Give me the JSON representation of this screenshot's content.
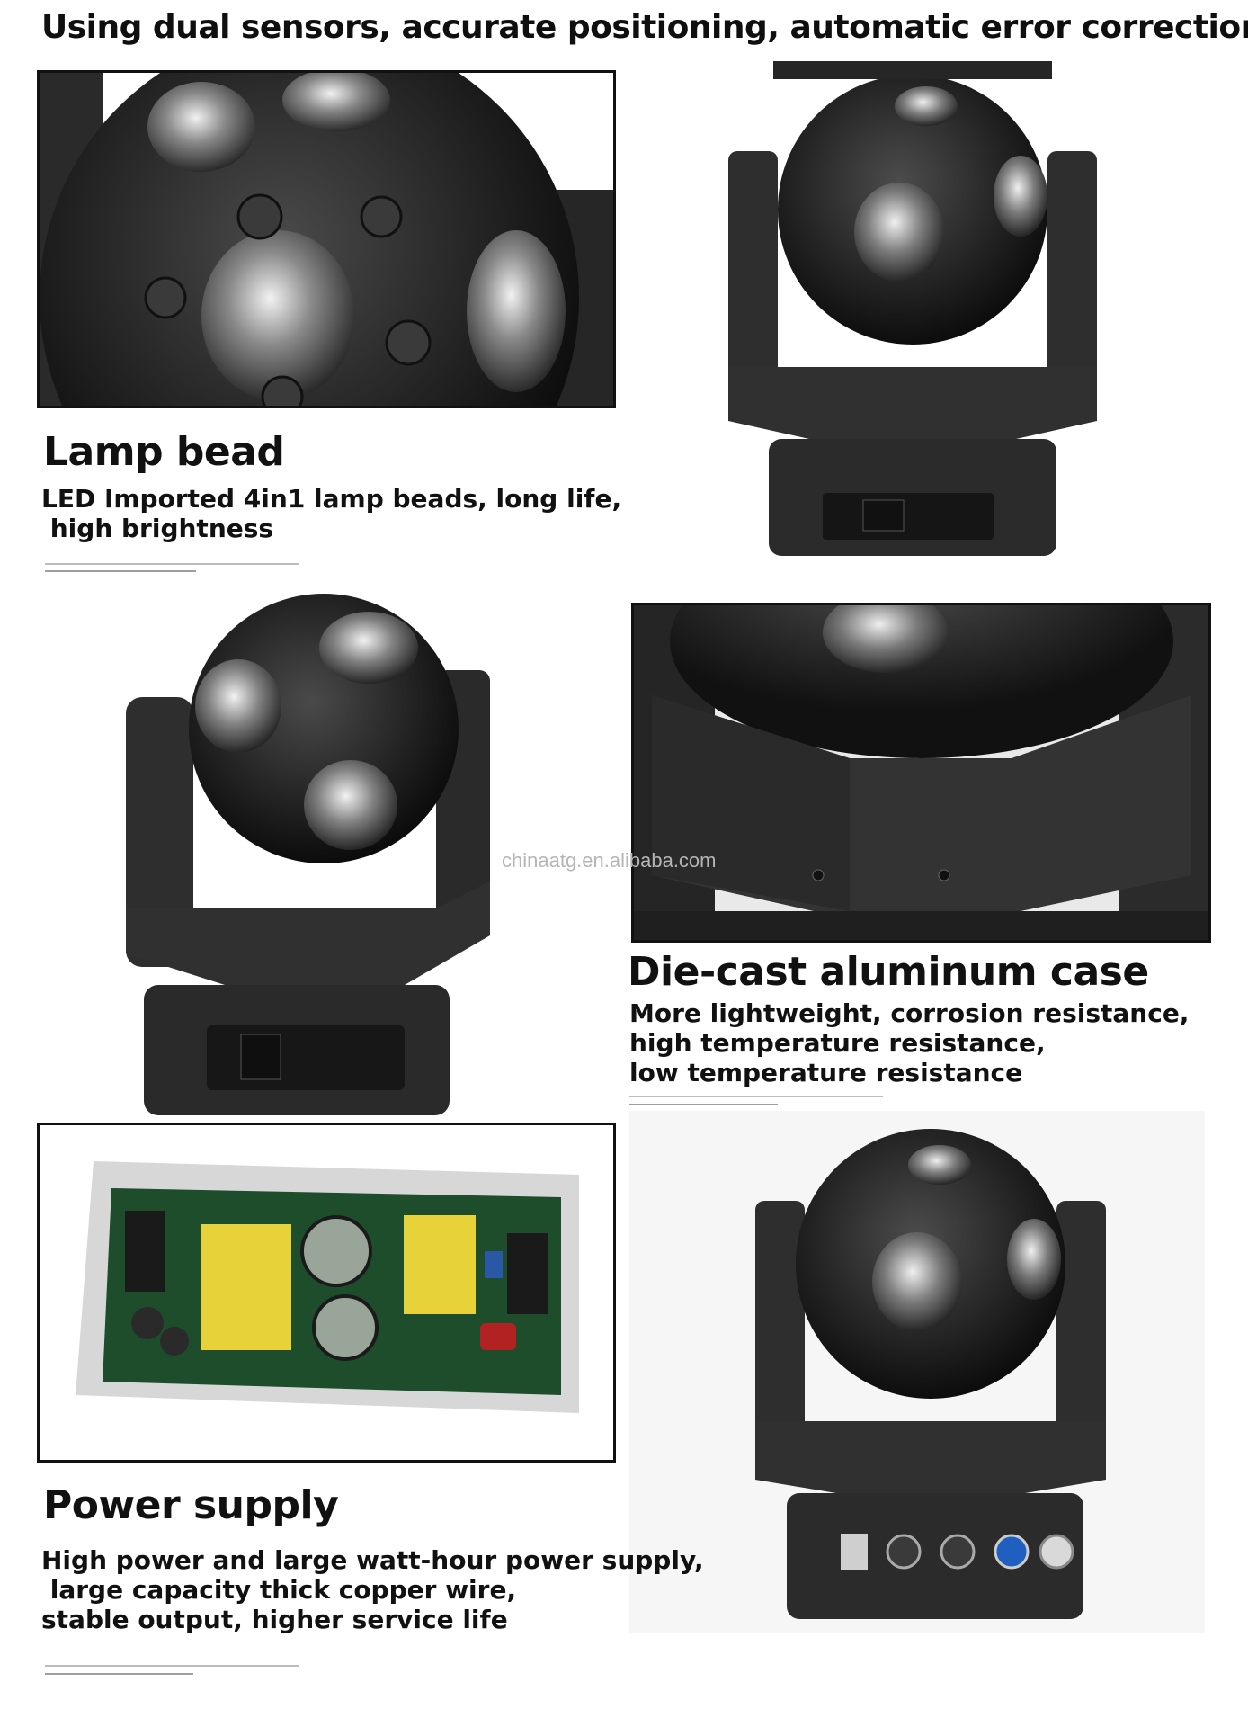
{
  "headline": "Using dual sensors, accurate positioning, automatic error correction.",
  "watermark": "chinaatg.en.alibaba.com",
  "sections": [
    {
      "title": "Lamp bead",
      "body": "LED Imported 4in1 lamp beads, long life,\n high brightness"
    },
    {
      "title": "Die-cast aluminum case",
      "body": "More lightweight, corrosion resistance,\nhigh temperature resistance,\nlow temperature resistance"
    },
    {
      "title": "Power supply",
      "body": "High power and large watt-hour power supply,\n large capacity thick copper wire,\nstable output, higher service life"
    }
  ],
  "colors": {
    "text": "#111111",
    "frame": "#111111",
    "rule": "#bdbdbd",
    "fixture_body": "#2a2a2a",
    "pcb": "#1e4d2b",
    "capacitor_yellow": "#e8d23a"
  },
  "icons": [
    "moving-head-ball-light",
    "power-supply-board"
  ]
}
